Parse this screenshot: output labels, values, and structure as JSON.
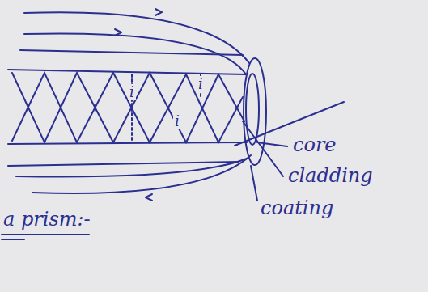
{
  "diagram": {
    "labels": [
      "core",
      "cladding",
      "coating",
      "i",
      "i",
      "i",
      "a prism:-"
    ]
  }
}
